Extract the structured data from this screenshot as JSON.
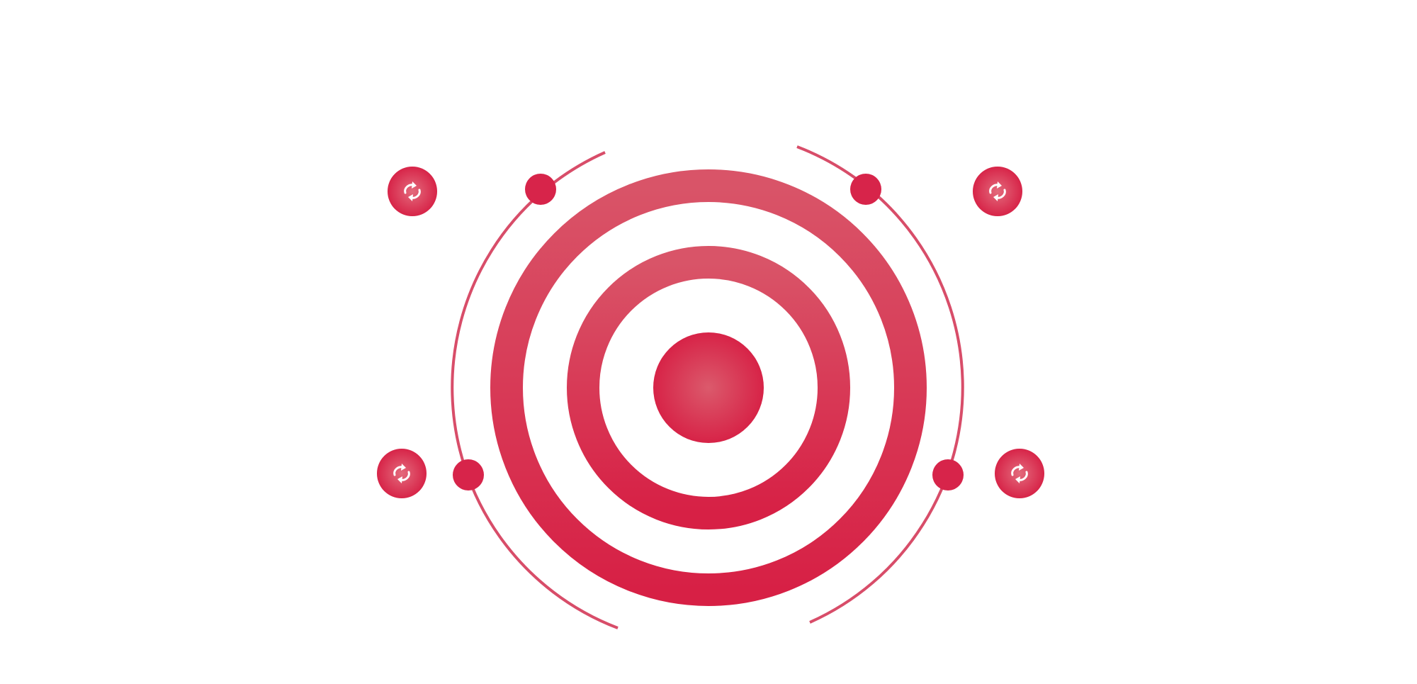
{
  "diagram": {
    "type": "concentric-target-with-orbit-icons",
    "colors": {
      "primary": "#D7244A",
      "primary_light": "#DA5468",
      "orbit_line": "#D84D69",
      "icon_glyph": "#FFFFFF",
      "background": "#FFFFFF"
    },
    "rings": [
      {
        "name": "outer-ring"
      },
      {
        "name": "middle-ring"
      },
      {
        "name": "center-core"
      }
    ],
    "orbit_markers": [
      {
        "position": "top-left"
      },
      {
        "position": "top-right"
      },
      {
        "position": "bottom-left"
      },
      {
        "position": "bottom-right"
      }
    ],
    "icons": [
      {
        "position": "top-left",
        "icon": "refresh-icon"
      },
      {
        "position": "top-right",
        "icon": "refresh-icon"
      },
      {
        "position": "bottom-left",
        "icon": "refresh-icon"
      },
      {
        "position": "bottom-right",
        "icon": "refresh-icon"
      }
    ]
  }
}
